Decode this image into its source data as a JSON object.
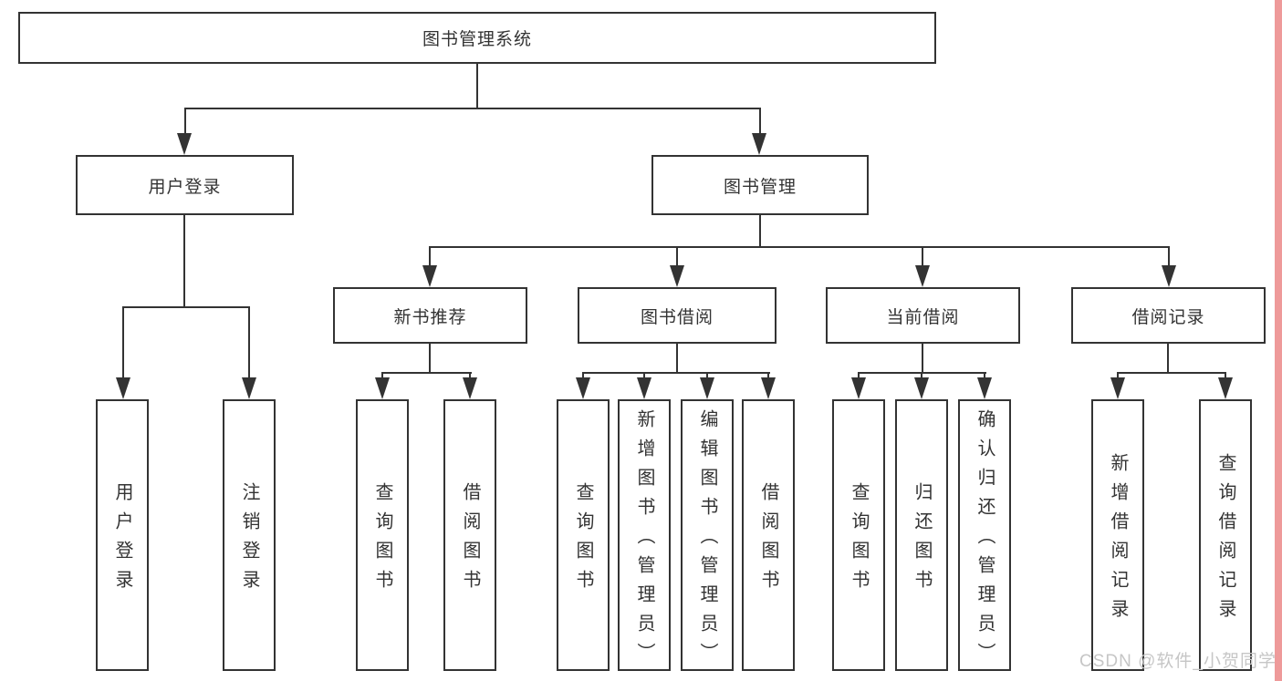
{
  "tree": {
    "root": {
      "label": "图书管理系统",
      "children": [
        {
          "label": "用户登录",
          "children": [
            {
              "label": "用户登录"
            },
            {
              "label": "注销登录"
            }
          ]
        },
        {
          "label": "图书管理",
          "children": [
            {
              "label": "新书推荐",
              "children": [
                {
                  "label": "查询图书"
                },
                {
                  "label": "借阅图书"
                }
              ]
            },
            {
              "label": "图书借阅",
              "children": [
                {
                  "label": "查询图书"
                },
                {
                  "label": "新增图书（管理员）"
                },
                {
                  "label": "编辑图书（管理员）"
                },
                {
                  "label": "借阅图书"
                }
              ]
            },
            {
              "label": "当前借阅",
              "children": [
                {
                  "label": "查询图书"
                },
                {
                  "label": "归还图书"
                },
                {
                  "label": "确认归还（管理员）"
                }
              ]
            },
            {
              "label": "借阅记录",
              "children": [
                {
                  "label": "新增借阅记录"
                },
                {
                  "label": "查询借阅记录"
                }
              ]
            }
          ]
        }
      ]
    }
  },
  "watermark": {
    "text": "CSDN @软件_小贺同学"
  },
  "colors": {
    "line": "#333333",
    "box_border": "#333333",
    "text": "#333333",
    "watermark": "#c6c6c6",
    "edge_strip": "#ee9a9a",
    "background": "#ffffff"
  }
}
